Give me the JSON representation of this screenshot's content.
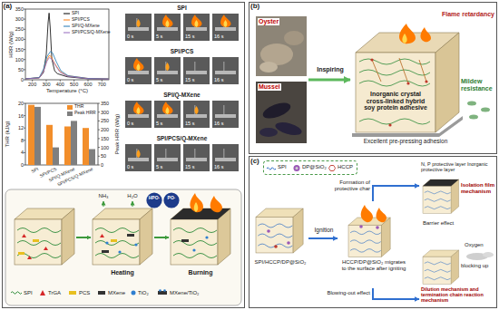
{
  "diagram": {
    "nodes": [
      {
        "text": [
          "(a)"
        ]
      },
      {
        "text": [
          "HPO·"
        ],
        "in": 0
      },
      {
        "text": [
          "PO·"
        ],
        "in": 0
      },
      {
        "text": [
          "(b)"
        ]
      },
      {
        "text": [
          "Oyster",
          "Mussel"
        ],
        "in": 3
      },
      {
        "text": [
          "Excellent pre-pressing adhesion",
          "Inorganic crystal cross-linked hybrid soy protein adhesive"
        ],
        "in": 3
      },
      {
        "text": [
          "(c)"
        ]
      },
      {
        "text": [
          "SPI",
          "DP@SiO₂",
          "HCCP"
        ],
        "in": 6
      },
      {
        "text": [
          "SPI/HCCP/DP@SiO₂"
        ],
        "in": 6
      },
      {
        "text": [
          "HCCP/DP@SiO₂ migrates to the surface after igniting"
        ],
        "in": 6
      },
      {
        "text": [
          "N, P protective layer Inorganic protective layer",
          "Isolation film mechanism"
        ],
        "in": 6
      },
      {
        "text": [
          "Oxygen",
          "blocking up",
          "Dilution mechanism and termination chain reaction mechanism"
        ],
        "in": 6
      }
    ],
    "edges": [
      {
        "from": 4,
        "to": 5,
        "label": "Inspiring",
        "arrow": "to"
      },
      {
        "from": 8,
        "to": 9,
        "label": "Ignition",
        "arrow": "to"
      },
      {
        "from": 9,
        "to": 10,
        "label": "Formation of protective char",
        "arrow": "to"
      },
      {
        "from": 9,
        "to": 11,
        "label": "Blowing-out effect",
        "arrow": "to"
      }
    ],
    "labels": [
      "HRR (W/g)",
      "0",
      "50",
      "100",
      "150",
      "200",
      "250",
      "300",
      "350",
      "200",
      "300",
      "400",
      "500",
      "600",
      "700",
      "Temperature (°C)",
      "THR (kJ/g)",
      "0",
      "4",
      "8",
      "12",
      "16",
      "20",
      "Peak HRR (W/g)",
      "0",
      "50",
      "100",
      "150",
      "200",
      "250",
      "300",
      "350",
      "SPI",
      "SPI/PCS",
      "SPI/Q-MXene",
      "SPI/PCS/Q-MXene",
      "SPI",
      "0 s",
      "5 s",
      "15 s",
      "16 s",
      "SPI/PCS",
      "0 s",
      "5 s",
      "15 s",
      "16 s",
      "SPI/Q-MXene",
      "0 s",
      "5 s",
      "15 s",
      "16 s",
      "SPI/PCS/Q-MXene",
      "0 s",
      "5 s",
      "15 s",
      "16 s",
      "NH₃",
      "H₂O",
      "Heating",
      "Burning",
      "Flame retardancy",
      "Mildew resistance",
      "Barrier effect"
    ],
    "legend": [
      {
        "text": "SPI"
      },
      {
        "text": "SPI/PCS"
      },
      {
        "text": "SPI/Q-MXene"
      },
      {
        "text": "SPI/PCS/Q-MXene"
      },
      {
        "text": "THR",
        "color": "#f28e2b"
      },
      {
        "text": "Peak HRR",
        "color": "#7f7f7f"
      },
      {
        "text": "SPI"
      },
      {
        "text": "TrGA"
      },
      {
        "text": "PCS"
      },
      {
        "text": "MXene"
      },
      {
        "text": "TiO₂"
      },
      {
        "text": "MXene/TiO₂"
      }
    ]
  }
}
